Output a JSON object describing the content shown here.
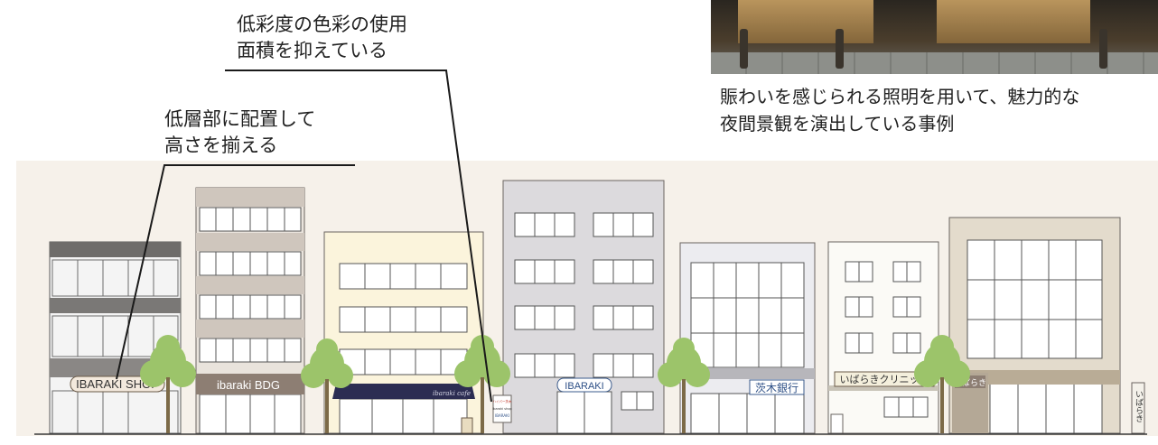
{
  "photo": {
    "caption_line1": "賑わいを感じられる照明を用いて、魅力的な",
    "caption_line2": "夜間景観を演出している事例"
  },
  "callouts": {
    "color_line1": "低彩度の色彩の使用",
    "color_line2": "面積を抑えている",
    "height_line1": "低層部に配置して",
    "height_line2": "高さを揃える"
  },
  "signs": {
    "shop": "IBARAKI SHOP",
    "bdg": "ibaraki BDG",
    "cafe": "ibaraki cafe",
    "ibaraki": "IBARAKI",
    "bank": "茨木銀行",
    "clinic": "いばらきクリニック",
    "ibaraki_jp": "いばらき",
    "vertical": "いばらき",
    "small_board_1": "ハイパー茨木",
    "small_board_2": "ibaraki shop",
    "small_board_3": "IBARAKI"
  },
  "colors": {
    "background_band": "#f6f1ea",
    "awning": "#2c2d52",
    "tree": "#9cc46a",
    "leader_line": "#1a1a1a"
  }
}
